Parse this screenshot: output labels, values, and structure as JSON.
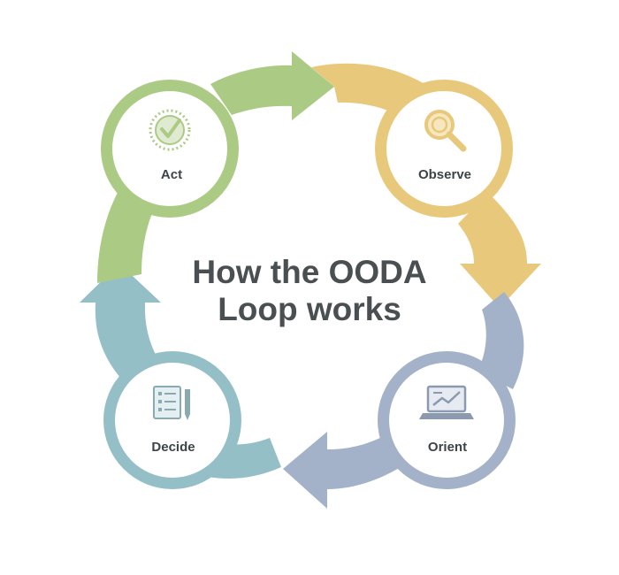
{
  "title": {
    "line1": "How the OODA",
    "line2": "Loop works"
  },
  "stages": [
    {
      "key": "observe",
      "label": "Observe",
      "icon": "magnifier-icon",
      "color": "#e8c97c"
    },
    {
      "key": "orient",
      "label": "Orient",
      "icon": "laptop-chart-icon",
      "color": "#a3b2c9"
    },
    {
      "key": "decide",
      "label": "Decide",
      "icon": "checklist-pencil-icon",
      "color": "#95bfc6"
    },
    {
      "key": "act",
      "label": "Act",
      "icon": "check-badge-icon",
      "color": "#abcb85"
    }
  ]
}
